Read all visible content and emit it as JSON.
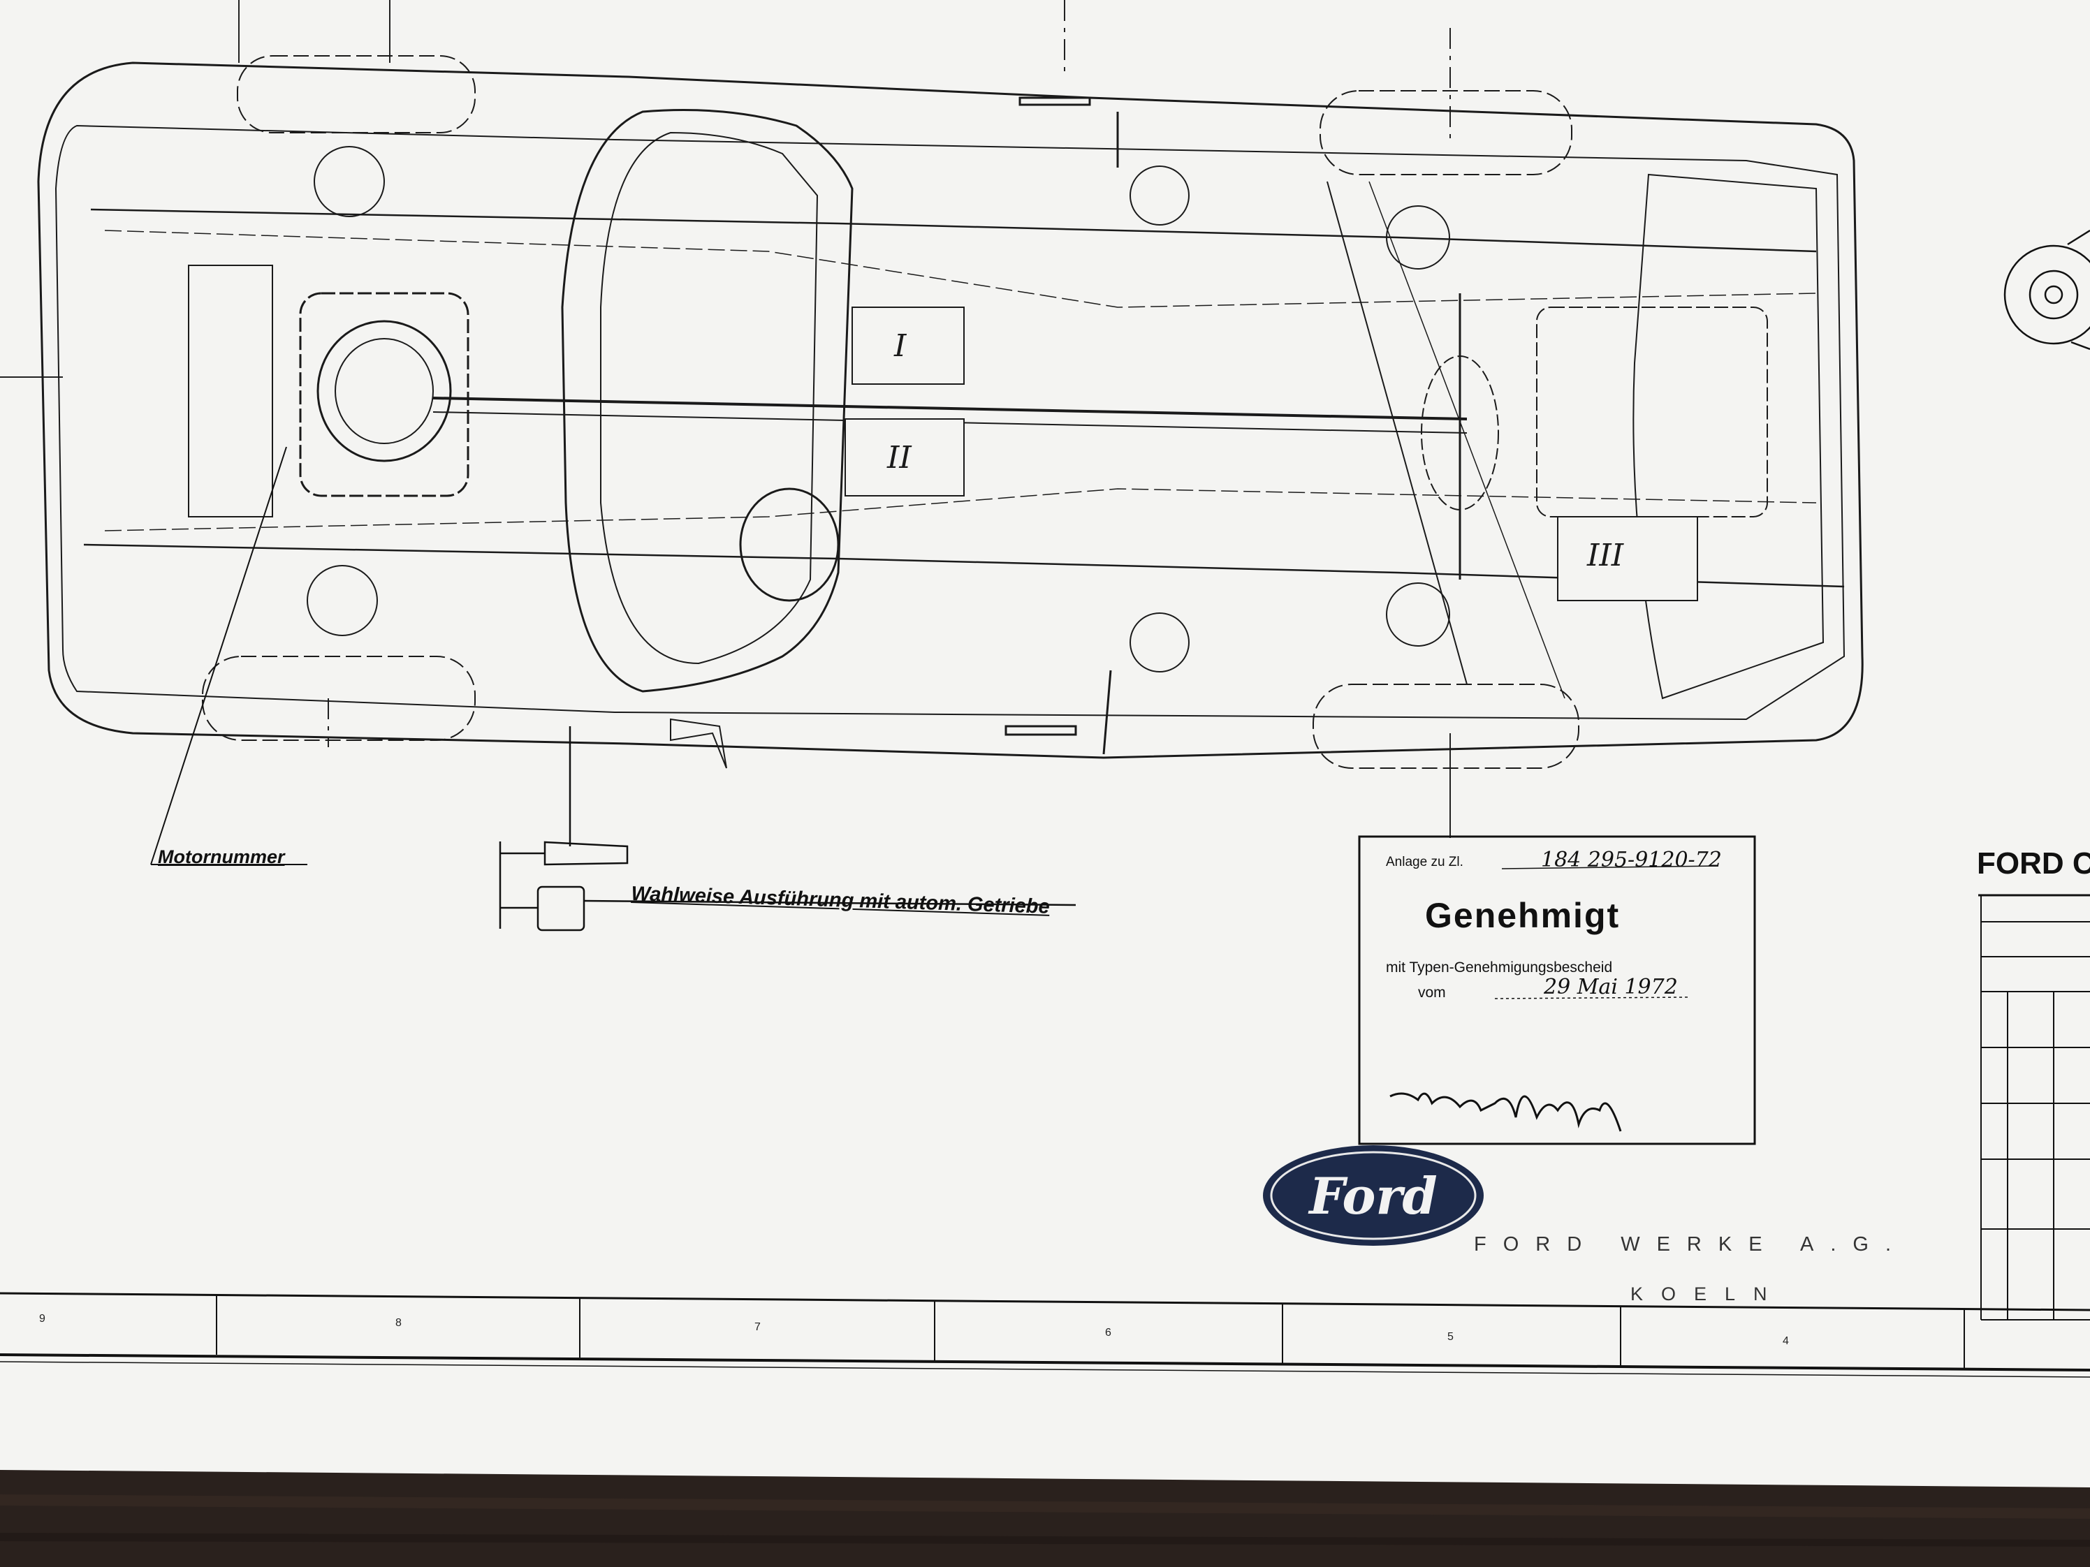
{
  "drawing": {
    "motor_label": "Motornummer",
    "auto_label": "Wahlweise Ausführung mit autom. Getriebe",
    "zones": [
      "I",
      "II",
      "III"
    ]
  },
  "stamp": {
    "anlage_label": "Anlage zu Zl.",
    "reference_number": "184 295-9120-72",
    "title": "Genehmigt",
    "subtitle": "mit Typen-Genehmigungsbescheid",
    "vom_label": "vom",
    "date": "29 Mai 1972"
  },
  "company": {
    "logo_text": "Ford",
    "name": "FORD WERKE A.G.",
    "city": "KOELN",
    "title_block_heading": "FORD C"
  },
  "ruler": {
    "numbers": [
      "9",
      "8",
      "7",
      "6",
      "5",
      "4"
    ]
  },
  "colors": {
    "paper": "#f4f4f2",
    "ink": "#1a1a1a",
    "logo_blue": "#1d2a4a",
    "table_wood": "#2a211d"
  }
}
